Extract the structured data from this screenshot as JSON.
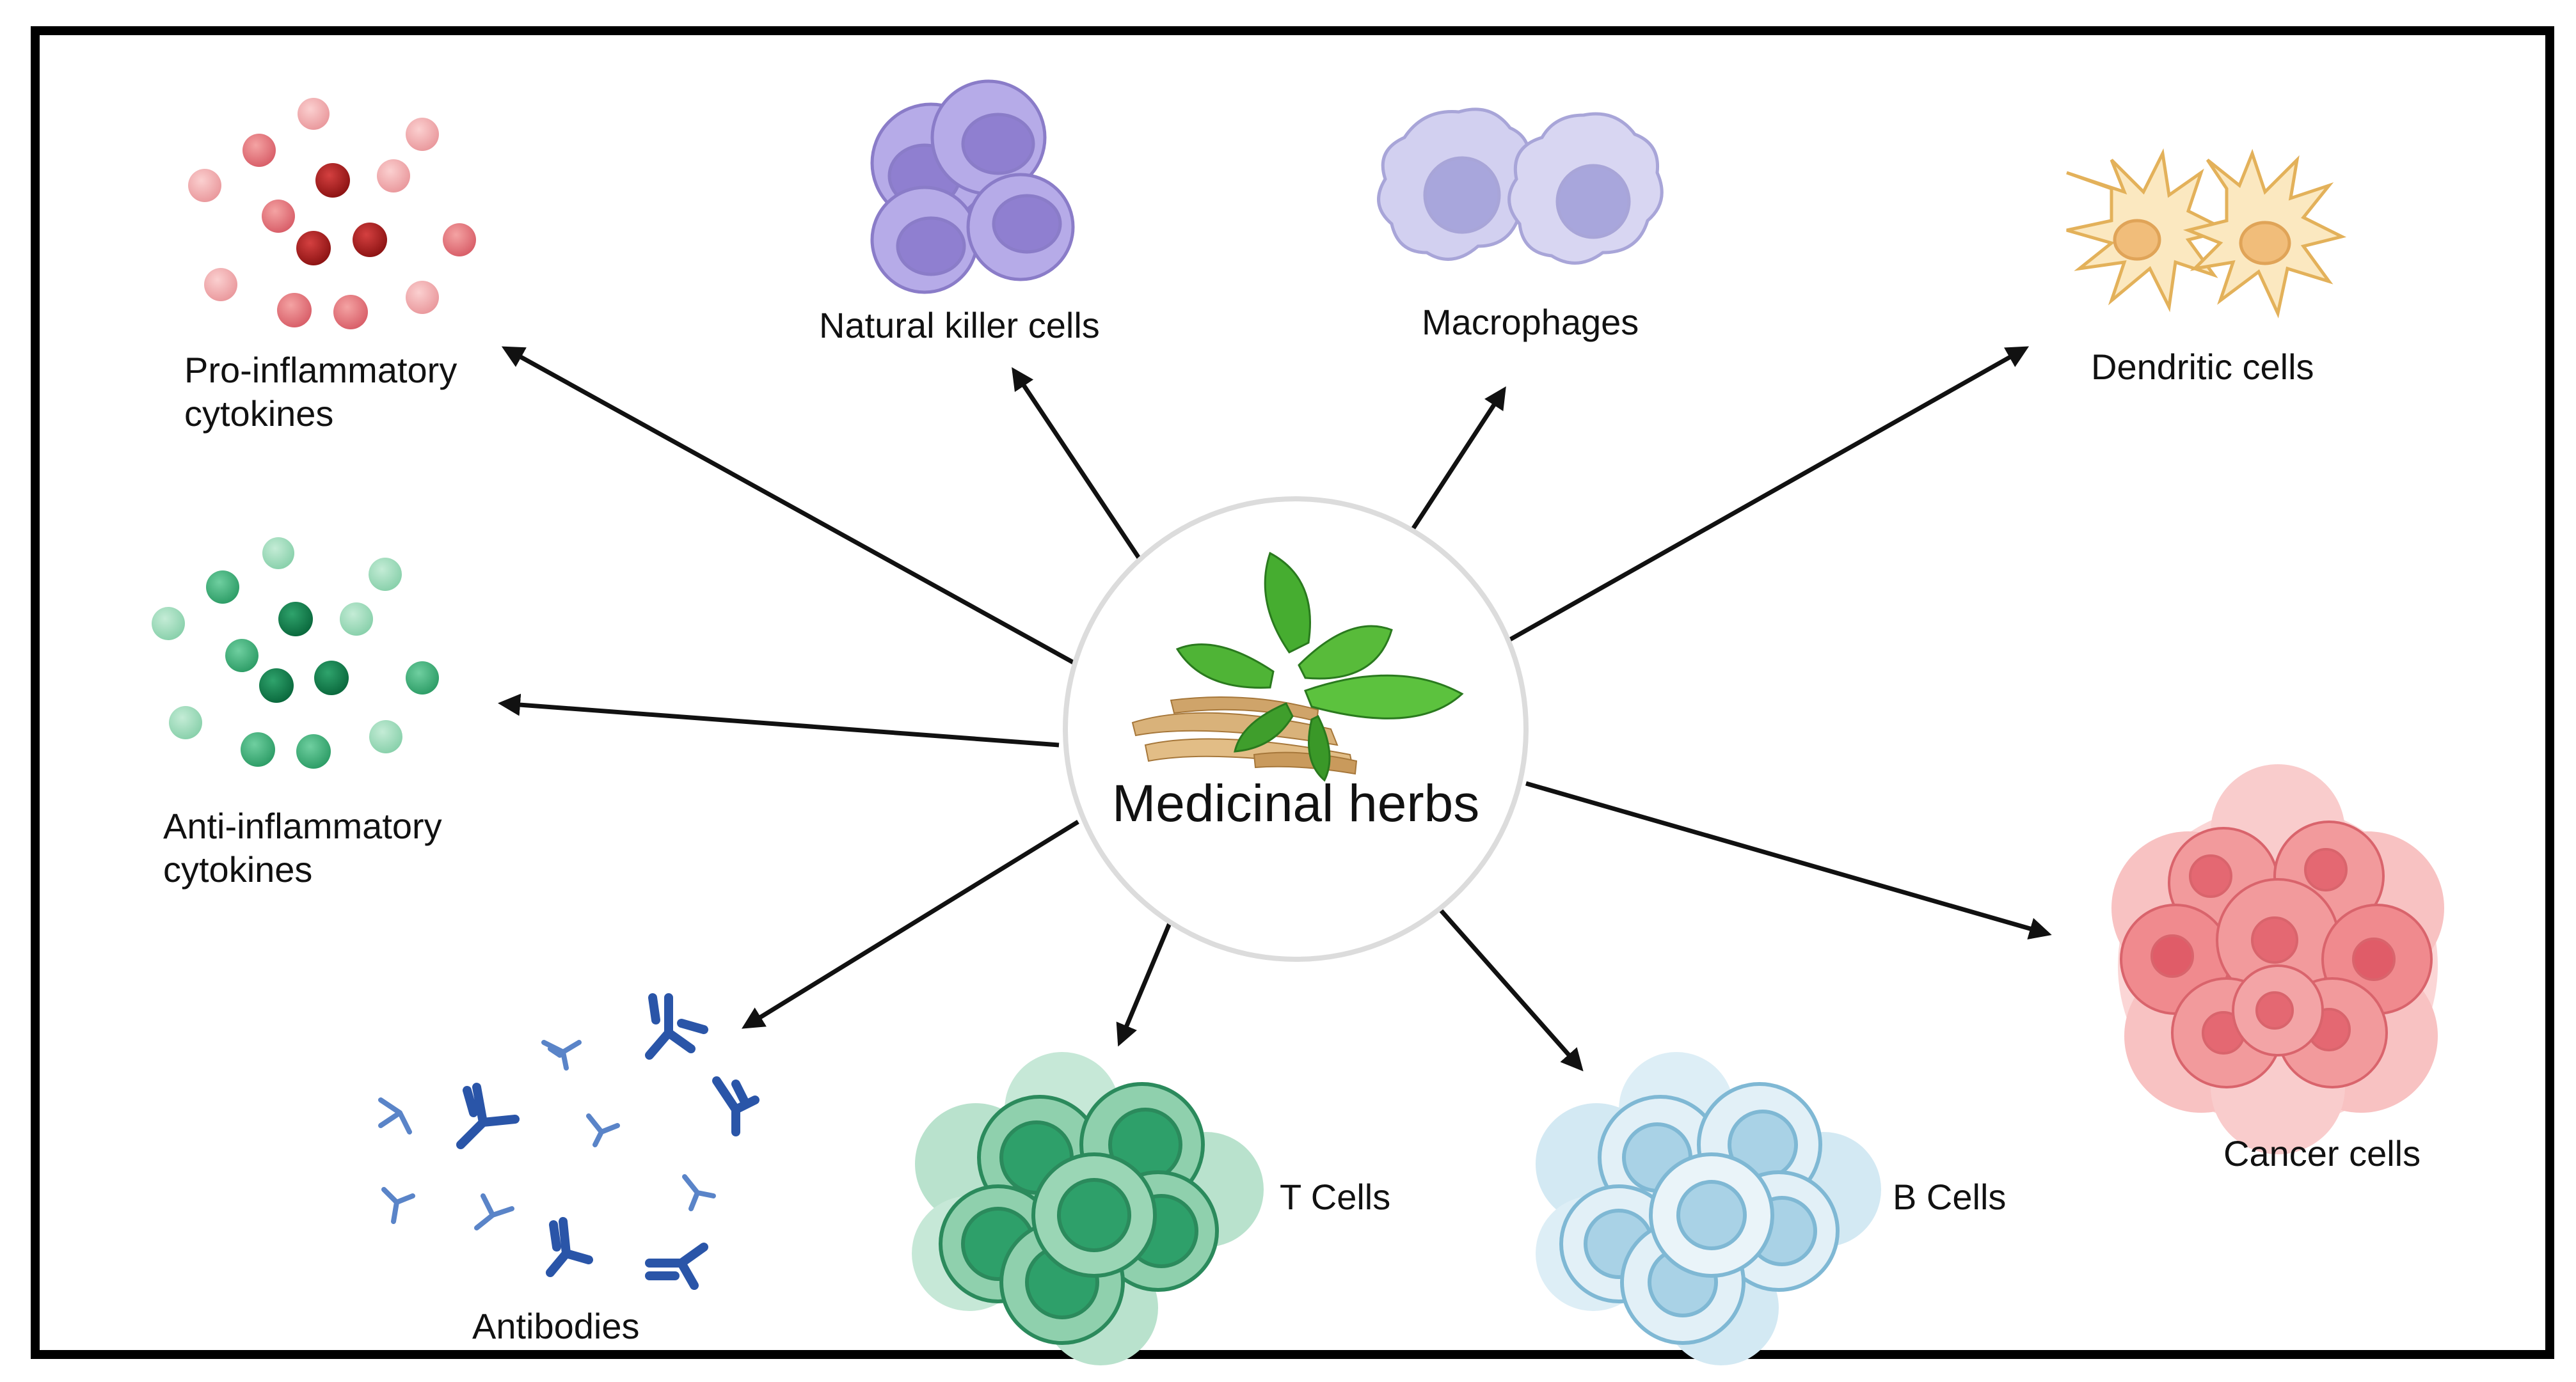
{
  "center": {
    "label": "Medicinal herbs",
    "icon": "herb-roots-icon"
  },
  "nodes": {
    "pro_inflammatory": {
      "line1": "Pro-inflammatory",
      "line2": "cytokines",
      "icon": "red-cytokine-dots-icon"
    },
    "nk_cells": {
      "label": "Natural killer cells",
      "icon": "nk-cells-icon"
    },
    "macrophages": {
      "label": "Macrophages",
      "icon": "macrophage-icon"
    },
    "dendritic": {
      "label": "Dendritic cells",
      "icon": "dendritic-cell-icon"
    },
    "anti_inflammatory": {
      "line1": "Anti-inflammatory",
      "line2": "cytokines",
      "icon": "green-cytokine-dots-icon"
    },
    "cancer": {
      "label": "Cancer  cells",
      "icon": "cancer-cell-cluster-icon"
    },
    "antibodies": {
      "label": "Antibodies",
      "icon": "antibody-icon"
    },
    "t_cells": {
      "label": "T Cells",
      "icon": "t-cell-cluster-icon"
    },
    "b_cells": {
      "label": "B Cells",
      "icon": "b-cell-cluster-icon"
    }
  },
  "colors": {
    "frame": "#000000",
    "arrow": "#111111",
    "pro_inflammatory": "#c0392b",
    "anti_inflammatory": "#1e9e6a",
    "nk": "#a99be0",
    "macrophage": "#c8c6ec",
    "dendritic": "#f5dca0",
    "cancer": "#f08a8a",
    "antibody": "#2f5fb3",
    "t_cell": "#3aa97a",
    "b_cell": "#a8d4e6"
  }
}
